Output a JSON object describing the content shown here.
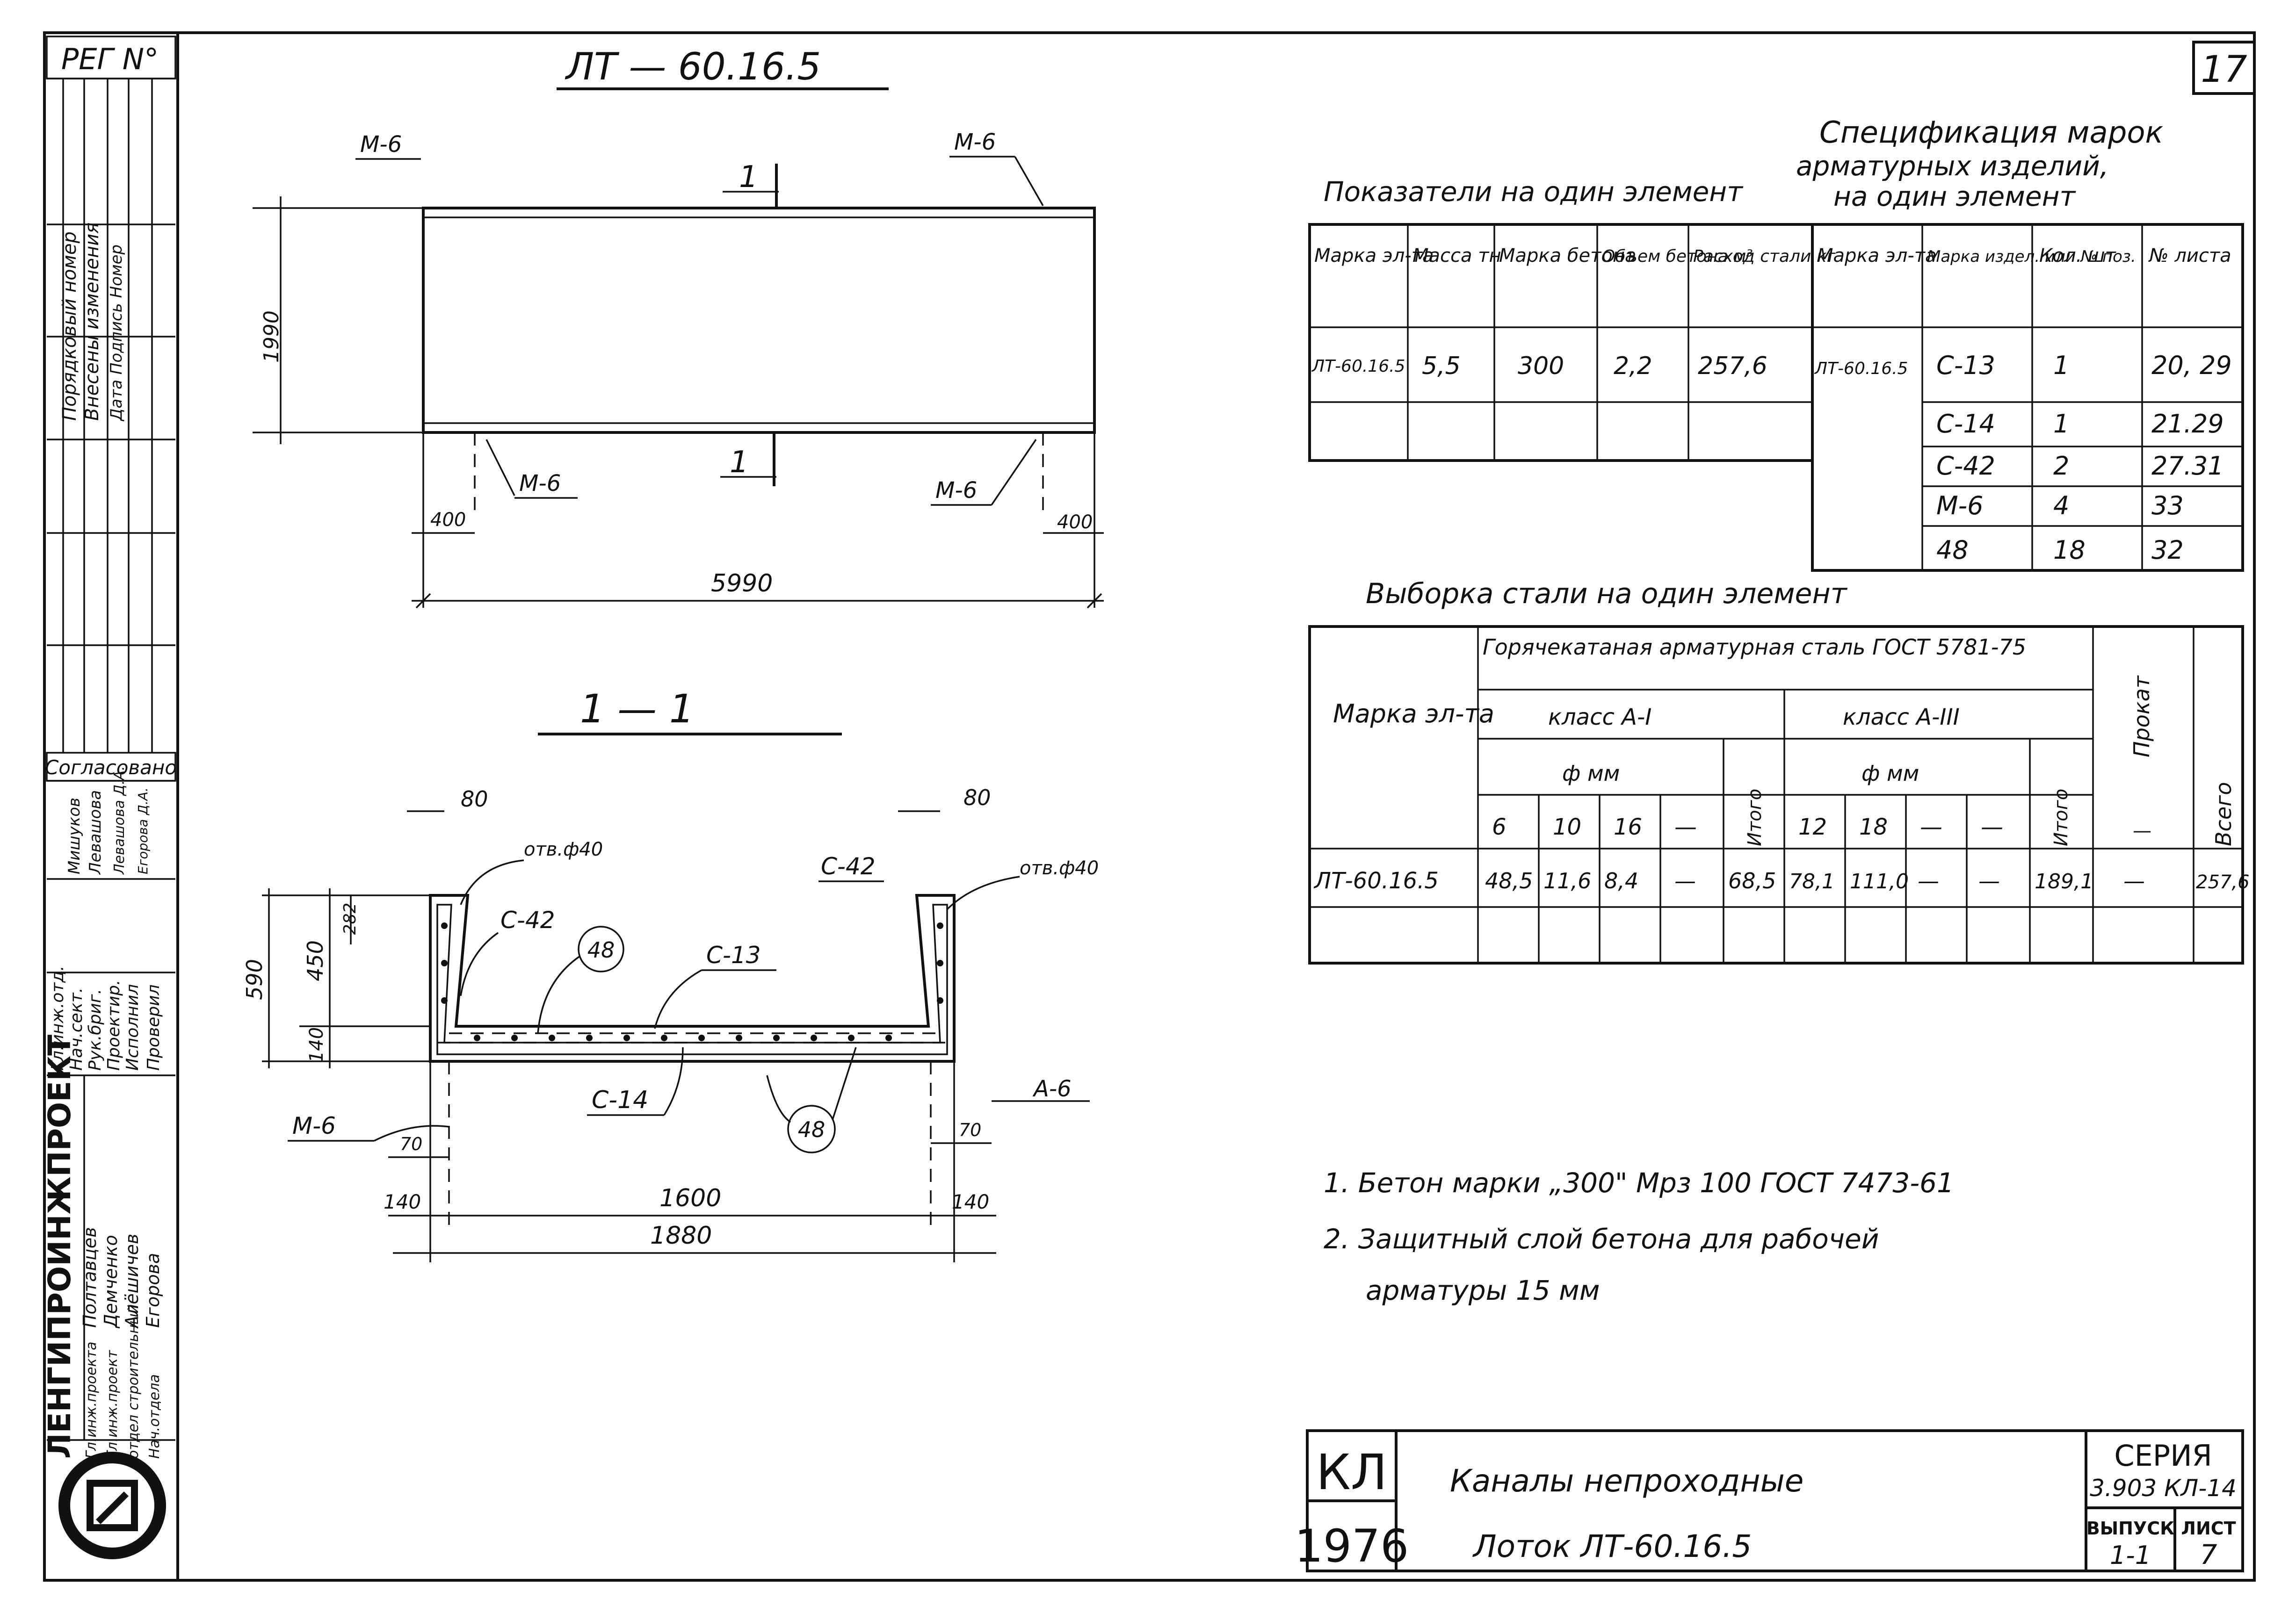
{
  "sheet_number": "17",
  "reg_label": "РЕГ N°",
  "side_strip": {
    "changes_cols": [
      "Порядковый номер",
      "Внесены изменения",
      "Дата Подпись Номер"
    ],
    "agreed_label": "Согласовано",
    "agreed_names": [
      "Мишуков",
      "Левашова",
      "Левашова Д.А.",
      "Егорова Д.А."
    ],
    "org_name": "ЛЕНГИПРОИНЖПРОЕКТ",
    "roles": [
      "Гл.инж.отд.",
      "Нач.сект.",
      "Рук.бриг.",
      "Проектир.",
      "Исполнил",
      "Проверил"
    ],
    "role_names": [
      "Полтавцев",
      "Демченко",
      "Алёшичев",
      "Егорова"
    ],
    "org_sub": [
      "Гл.инж.проекта",
      "Гл.инж.проект",
      "отдел строительный",
      "Нач.отдела"
    ]
  },
  "drawing": {
    "plan_title": "ЛТ — 60.16.5",
    "plan_labels": {
      "m6_tl": "М-6",
      "m6_tr": "М-6",
      "m6_bl": "М-6",
      "m6_br": "М-6",
      "sec_top": "1",
      "sec_bot": "1",
      "width_dim": "1990",
      "dim_left_400": "400",
      "dim_right_400": "400",
      "length_dim": "5990"
    },
    "section_title": "1 — 1",
    "section_labels": {
      "dim80_left": "80",
      "dim80_right": "80",
      "hole_left": "отв.ф40",
      "hole_right": "отв.ф40",
      "c42_left": "С-42",
      "c42_right": "С-42",
      "c13": "С-13",
      "c14": "С-14",
      "pos48_top": "48",
      "pos48_bot": "48",
      "m6": "М-6",
      "a6": "А-6",
      "dim590": "590",
      "dim450": "450",
      "dim140": "140",
      "dim282": "282",
      "dim70_left": "70",
      "dim70_right": "70",
      "dim140_left": "140",
      "dim140_right": "140",
      "dim1600": "1600",
      "dim1880": "1880"
    }
  },
  "indicators": {
    "title": "Показатели на один элемент",
    "headers": [
      "Марка эл-та",
      "Масса тн",
      "Марка бетона",
      "Объем бетона м³",
      "Расход стали кг"
    ],
    "row": [
      "ЛТ-60.16.5",
      "5,5",
      "300",
      "2,2",
      "257,6"
    ]
  },
  "spec": {
    "title_line1": "Спецификация марок",
    "title_line2": "арматурных изделий,",
    "title_line3": "на один элемент",
    "headers": [
      "Марка эл-та",
      "Марка издел. или № поз.",
      "Кол. шт",
      "№ листа"
    ],
    "element": "ЛТ-60.16.5",
    "rows": [
      [
        "С-13",
        "1",
        "20, 29"
      ],
      [
        "С-14",
        "1",
        "21.29"
      ],
      [
        "С-42",
        "2",
        "27.31"
      ],
      [
        "М-6",
        "4",
        "33"
      ],
      [
        "48",
        "18",
        "32"
      ]
    ]
  },
  "steel": {
    "title": "Выборка стали на один элемент",
    "group_header": "Горячекатаная арматурная сталь ГОСТ 5781-75",
    "class1": "класс А-I",
    "class3": "класс А-III",
    "phi": "ф мм",
    "marka": "Марка эл-та",
    "itogo": "Итого",
    "prokat": "Прокат",
    "vsego": "Всего",
    "diam_a1": [
      "6",
      "10",
      "16",
      "—"
    ],
    "diam_a3": [
      "12",
      "18",
      "—",
      "—"
    ],
    "prokat_dash": "—",
    "row": [
      "ЛТ-60.16.5",
      "48,5",
      "11,6",
      "8,4",
      "—",
      "68,5",
      "78,1",
      "111,0",
      "—",
      "—",
      "189,1",
      "—",
      "257,6"
    ]
  },
  "notes": [
    "1. Бетон марки „300\" Мрз 100 ГОСТ 7473-61",
    "2. Защитный слой бетона для рабочей",
    "арматуры 15 мм"
  ],
  "stamp": {
    "code": "КЛ",
    "year": "1976",
    "title": "Каналы непроходные",
    "subtitle": "Лоток ЛТ-60.16.5",
    "series_label": "СЕРИЯ",
    "series_value": "3.903 КЛ-14",
    "issue_label": "ВЫПУСК",
    "issue_value": "1-1",
    "sheet_label": "ЛИСТ",
    "sheet_value": "7"
  }
}
